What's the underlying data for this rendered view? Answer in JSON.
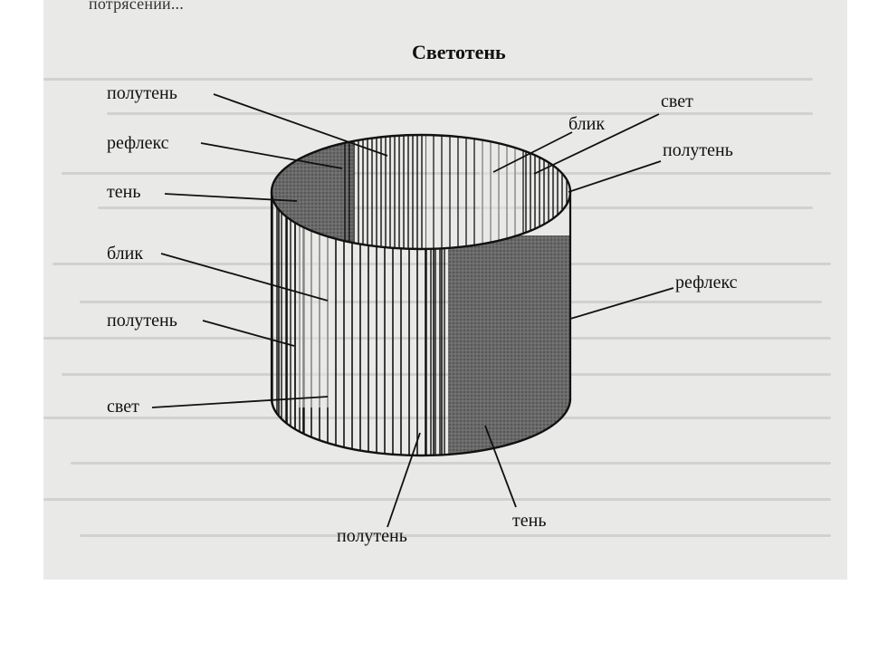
{
  "page": {
    "title": "Светотень",
    "clipped_top_text": "потрясений..."
  },
  "labels": {
    "left": [
      "полутень",
      "рефлекс",
      "тень",
      "блик",
      "полутень",
      "свет"
    ],
    "top_right": [
      "блик",
      "свет",
      "полутень"
    ],
    "right": [
      "рефлекс"
    ],
    "bottom": [
      "полутень",
      "тень"
    ]
  },
  "colors": {
    "background": "#e9e9e7",
    "ink": "#111111",
    "shadow": "#5a5a5a"
  }
}
